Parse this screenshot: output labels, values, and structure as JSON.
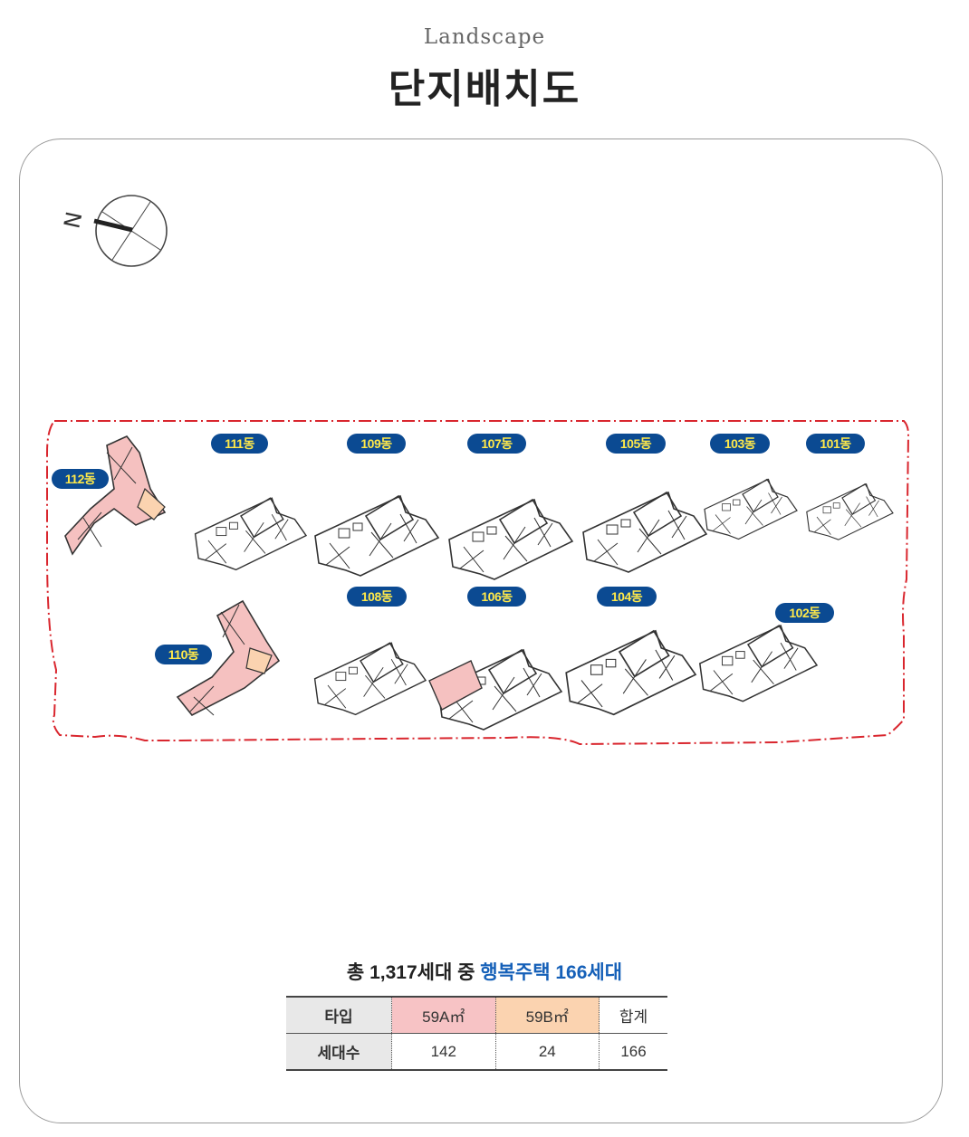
{
  "header": {
    "subtitle": "Landscape",
    "title": "단지배치도"
  },
  "compass": {
    "north_label": "N"
  },
  "buildings": [
    {
      "id": "112",
      "label": "112동"
    },
    {
      "id": "111",
      "label": "111동"
    },
    {
      "id": "109",
      "label": "109동"
    },
    {
      "id": "107",
      "label": "107동"
    },
    {
      "id": "105",
      "label": "105동"
    },
    {
      "id": "103",
      "label": "103동"
    },
    {
      "id": "101",
      "label": "101동"
    },
    {
      "id": "110",
      "label": "110동"
    },
    {
      "id": "108",
      "label": "108동"
    },
    {
      "id": "106",
      "label": "106동"
    },
    {
      "id": "104",
      "label": "104동"
    },
    {
      "id": "102",
      "label": "102동"
    }
  ],
  "colors": {
    "label_bg": "#0b4a92",
    "label_text": "#ffe94a",
    "boundary": "#d9262e",
    "type_59A": "#f7c3c5",
    "type_59B": "#fbd3b0",
    "highlight_text": "#1560b8"
  },
  "summary": {
    "prefix": "총 1,317세대 중 ",
    "highlight": "행복주택 166세대"
  },
  "table": {
    "row1": [
      "타입",
      "59A㎡",
      "59B㎡",
      "합계"
    ],
    "row2": [
      "세대수",
      "142",
      "24",
      "166"
    ]
  }
}
